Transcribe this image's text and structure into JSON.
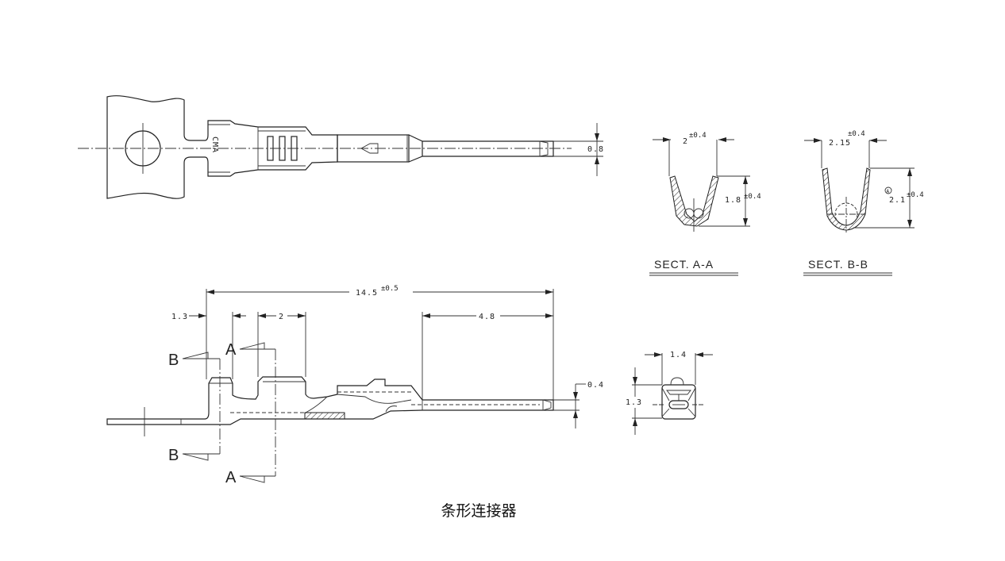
{
  "caption": "条形连接器",
  "top_view": {
    "marking": "CMA",
    "dim_pin_width": "0.8"
  },
  "section_a": {
    "width": "2",
    "width_tol": "±0.4",
    "height": "1.8",
    "height_tol": "±0.4",
    "label": "SECT. A-A"
  },
  "section_b": {
    "width": "2.15",
    "width_tol": "±0.4",
    "height": "2.1",
    "height_tol": "±0.4",
    "height_marker": "A",
    "label": "SECT. B-B"
  },
  "side_view": {
    "overall_length": "14.5",
    "overall_tol": "±0.5",
    "dim_offset": "1.3",
    "dim_crimp": "2",
    "dim_pin_length": "4.8",
    "dim_pin_thickness": "0.4",
    "cut_a": "A",
    "cut_b": "B"
  },
  "end_view": {
    "width": "1.4",
    "height": "1.3"
  }
}
